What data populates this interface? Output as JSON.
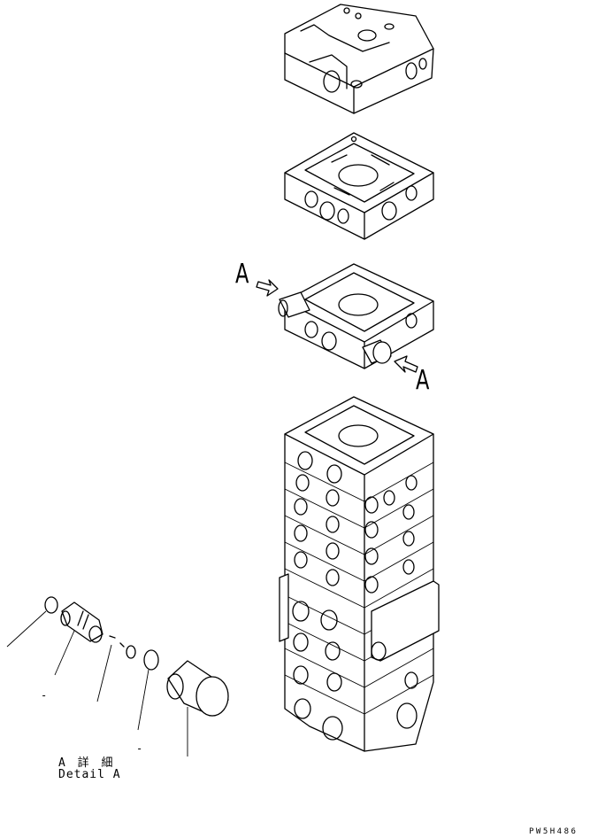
{
  "diagram": {
    "callout_left": "A",
    "callout_right": "A",
    "detail_caption_jp": "A 詳 細",
    "detail_caption_en": "Detail A",
    "dash_mark_1": "-",
    "dash_mark_2": "-",
    "drawing_code": "PW5H486"
  },
  "colors": {
    "line": "#000000",
    "background": "#ffffff"
  }
}
